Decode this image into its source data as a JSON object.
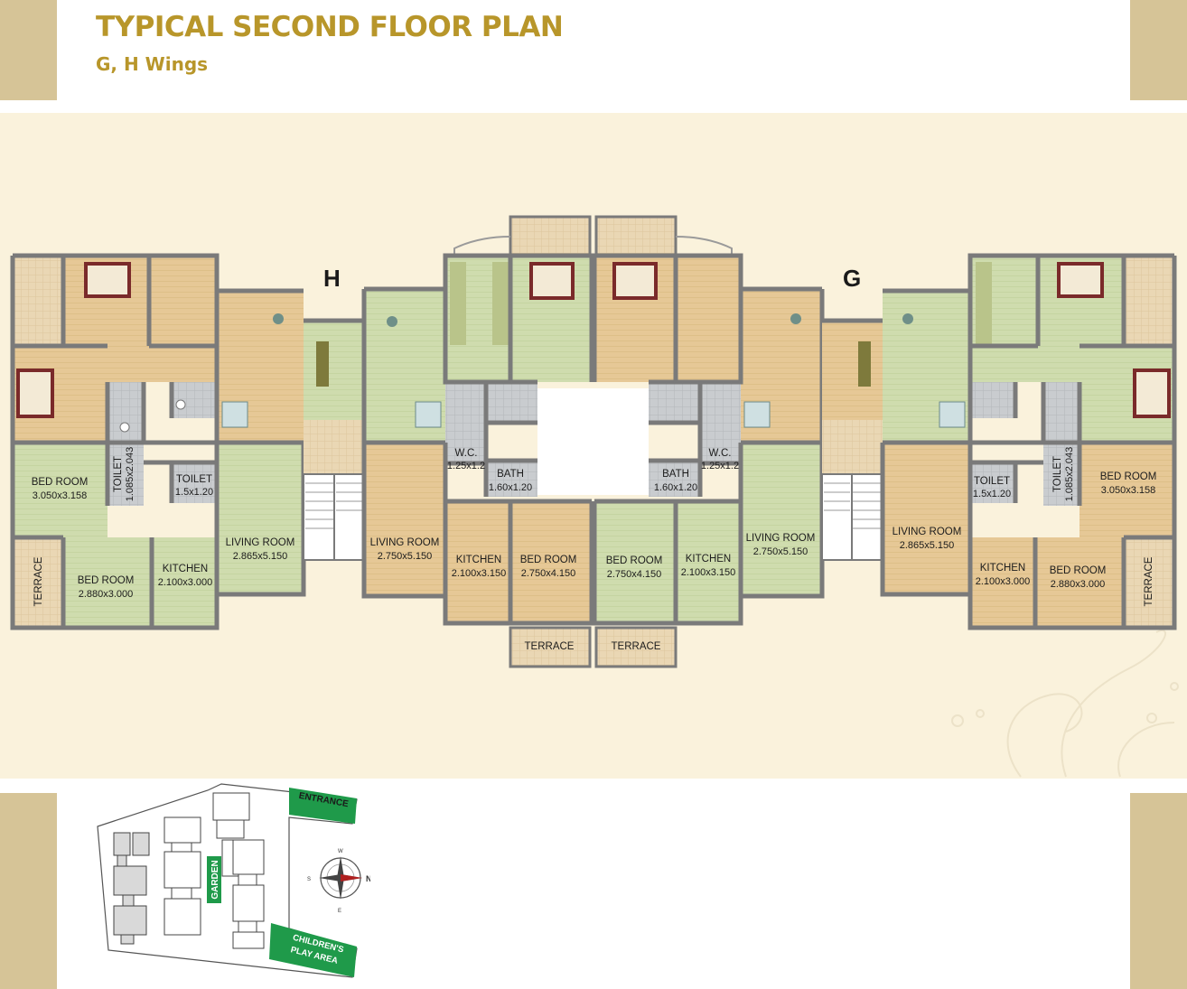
{
  "header": {
    "title": "TYPICAL SECOND FLOOR PLAN",
    "subtitle": "G, H Wings"
  },
  "colors": {
    "gold": "#b8962a",
    "tab": "#d6c497",
    "panel": "#faf2dc",
    "wall": "#7a7a7a",
    "wood": "#e6c896",
    "green": "#cfdcae",
    "terrace": "#ead7b4",
    "tile": "#c9cccf",
    "sign": "#1f9a4a"
  },
  "wings": {
    "left": "H",
    "right": "G"
  },
  "rooms": {
    "h_bed1": {
      "name": "BED ROOM",
      "dim": "3.050x3.158"
    },
    "h_toilet_v": {
      "name": "TOILET",
      "dim": "1.085x2.043"
    },
    "h_toilet": {
      "name": "TOILET",
      "dim": "1.5x1.20"
    },
    "h_living": {
      "name": "LIVING ROOM",
      "dim": "2.865x5.150"
    },
    "h_terrace": {
      "name": "TERRACE"
    },
    "h_bed2": {
      "name": "BED ROOM",
      "dim": "2.880x3.000"
    },
    "h_kitchen": {
      "name": "KITCHEN",
      "dim": "2.100x3.000"
    },
    "c1_living": {
      "name": "LIVING ROOM",
      "dim": "2.750x5.150"
    },
    "c1_wc": {
      "name": "W.C.",
      "dim": "1.25x1.2"
    },
    "c1_bath": {
      "name": "BATH",
      "dim": "1.60x1.20"
    },
    "c1_kitchen": {
      "name": "KITCHEN",
      "dim": "2.100x3.150"
    },
    "c1_bed": {
      "name": "BED ROOM",
      "dim": "2.750x4.150"
    },
    "c1_terrace": {
      "name": "TERRACE"
    },
    "c2_bed": {
      "name": "BED ROOM",
      "dim": "2.750x4.150"
    },
    "c2_kitchen": {
      "name": "KITCHEN",
      "dim": "2.100x3.150"
    },
    "c2_bath": {
      "name": "BATH",
      "dim": "1.60x1.20"
    },
    "c2_wc": {
      "name": "W.C.",
      "dim": "1.25x1.2"
    },
    "c2_living": {
      "name": "LIVING ROOM",
      "dim": "2.750x5.150"
    },
    "c2_terrace": {
      "name": "TERRACE"
    },
    "g_living": {
      "name": "LIVING ROOM",
      "dim": "2.865x5.150"
    },
    "g_toilet": {
      "name": "TOILET",
      "dim": "1.5x1.20"
    },
    "g_toilet_v": {
      "name": "TOILET",
      "dim": "1.085x2.043"
    },
    "g_bed1": {
      "name": "BED ROOM",
      "dim": "3.050x3.158"
    },
    "g_kitchen": {
      "name": "KITCHEN",
      "dim": "2.100x3.000"
    },
    "g_bed2": {
      "name": "BED ROOM",
      "dim": "2.880x3.000"
    },
    "g_terrace": {
      "name": "TERRACE"
    }
  },
  "site_plan": {
    "entrance": "ENTRANCE",
    "garden": "GARDEN",
    "play_area_1": "CHILDREN'S",
    "play_area_2": "PLAY AREA"
  },
  "compass": {
    "north": "N",
    "south": "S",
    "east": "E",
    "west": "W"
  }
}
